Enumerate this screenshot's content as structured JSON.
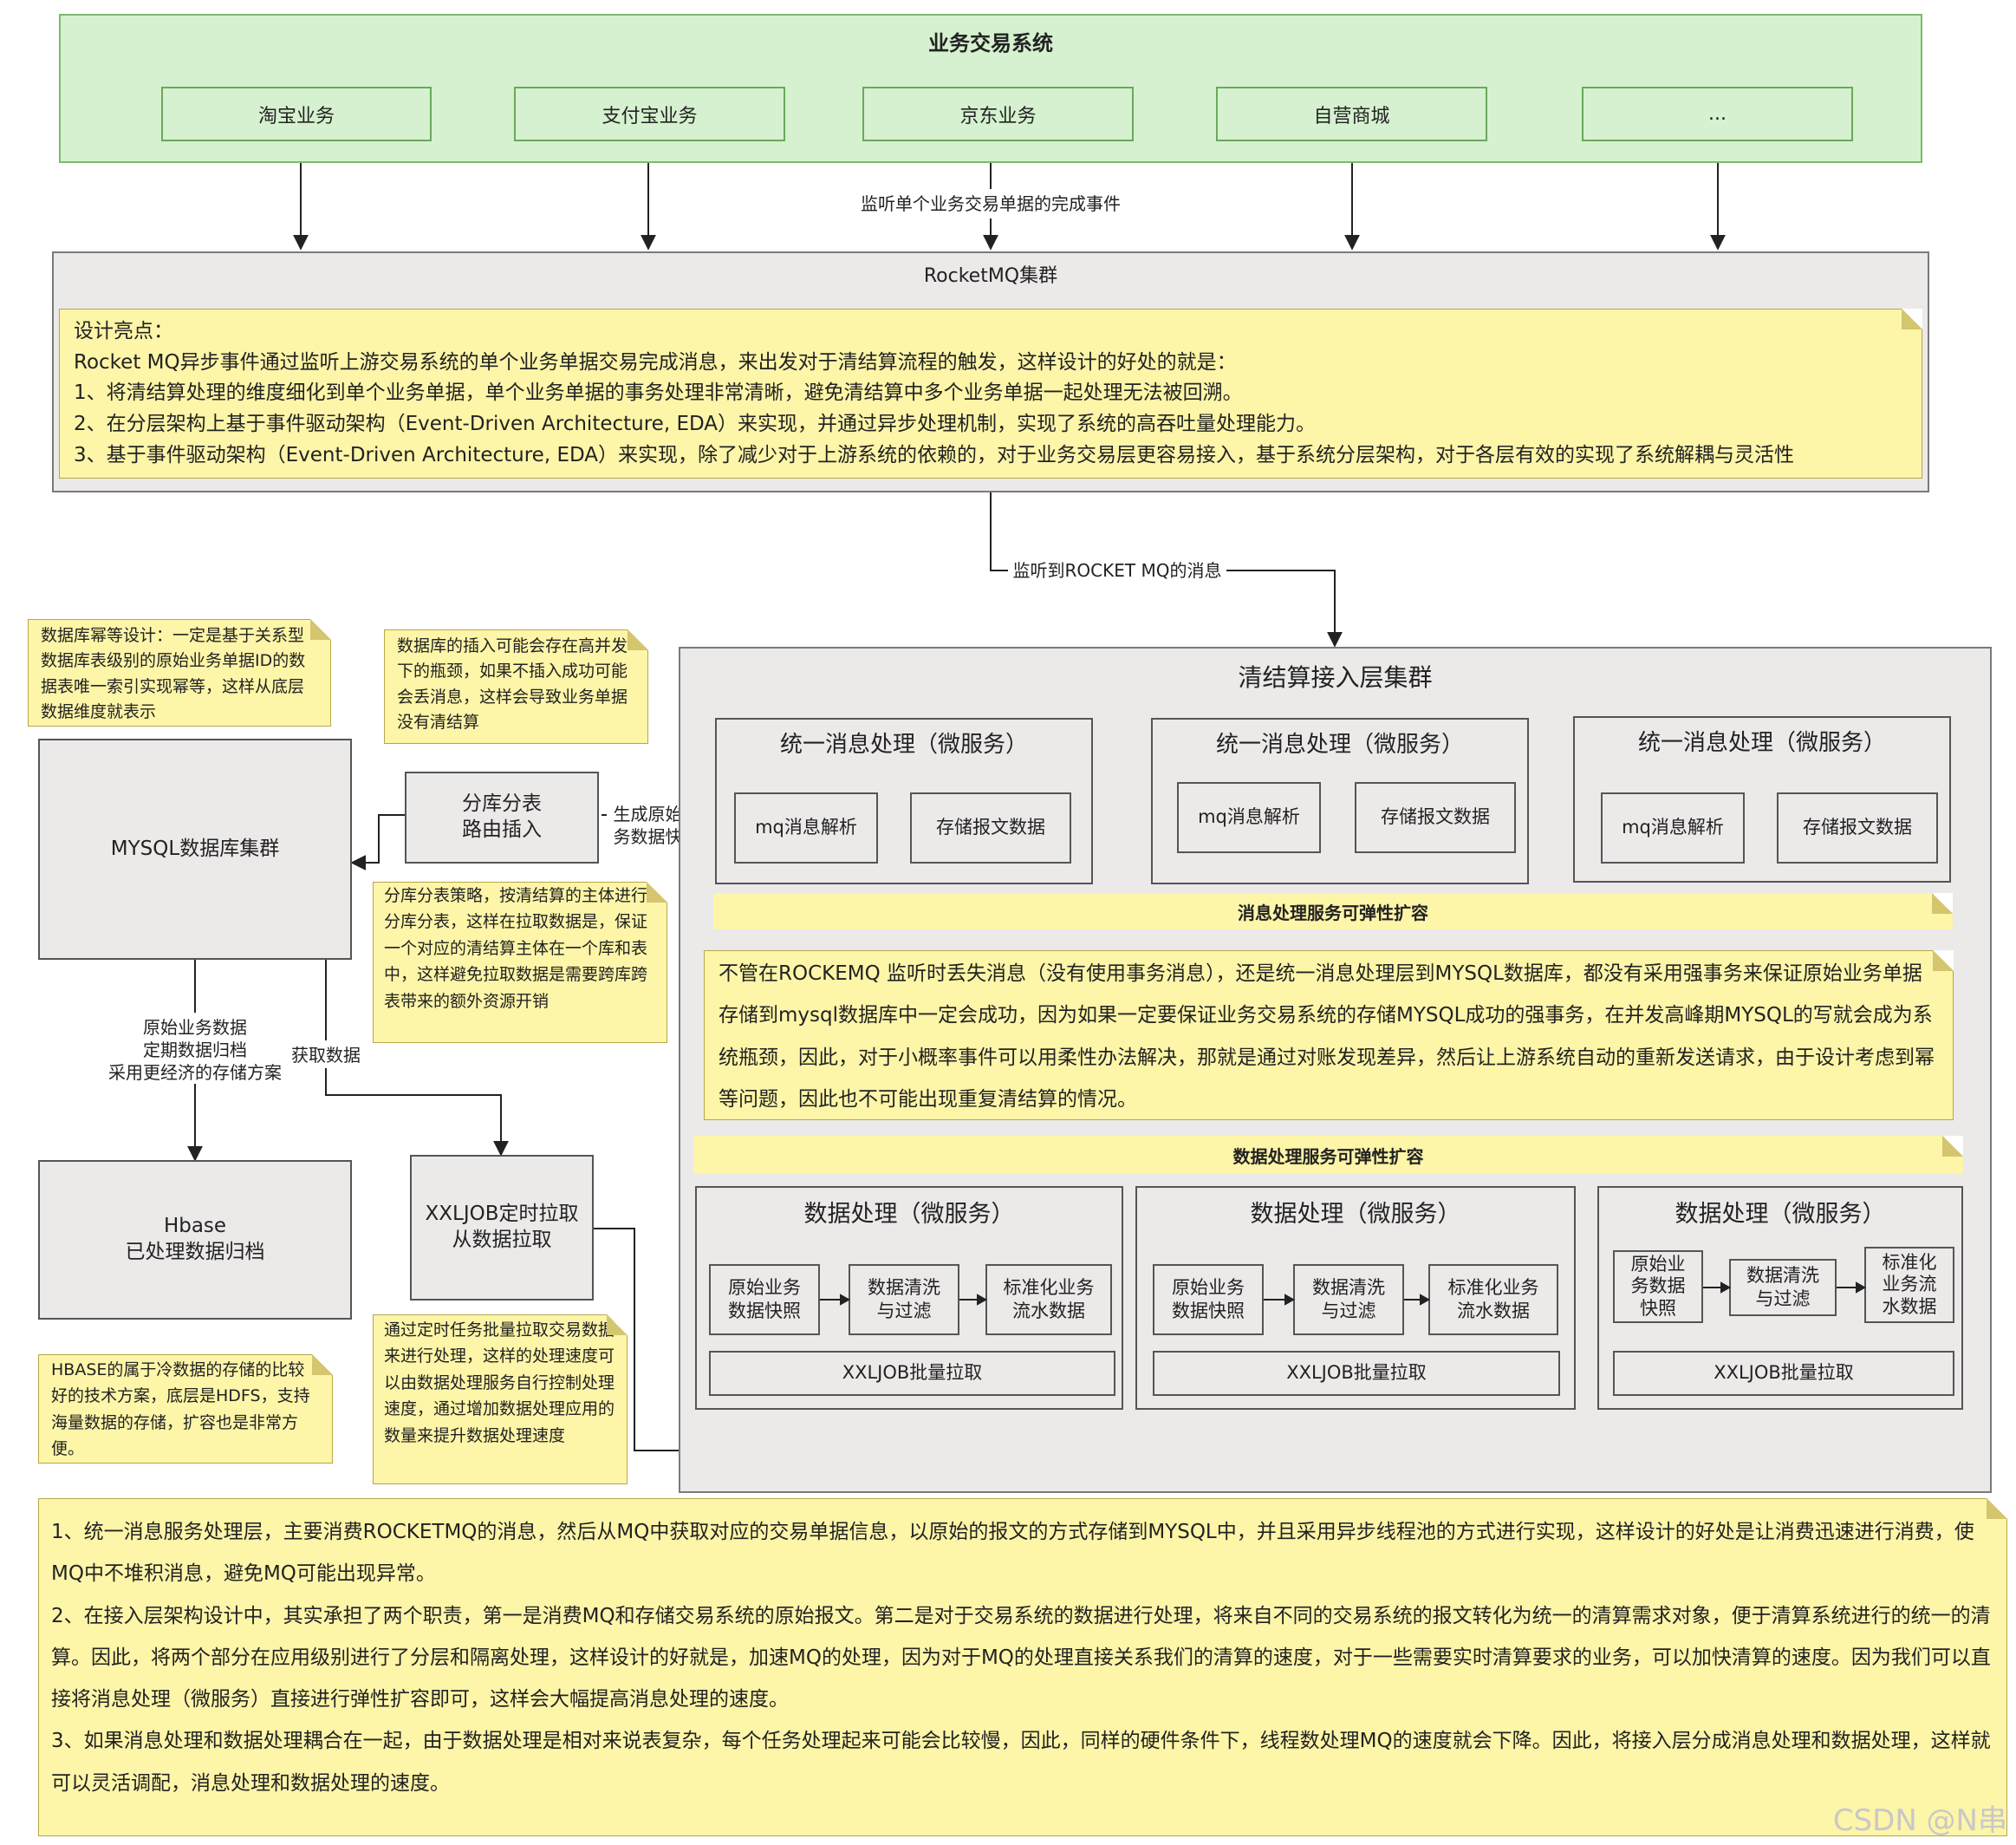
{
  "biz_system": {
    "title": "业务交易系统",
    "items": [
      "淘宝业务",
      "支付宝业务",
      "京东业务",
      "自营商城",
      "..."
    ]
  },
  "edge_labels": {
    "listen_single": "监听单个业务交易单据的完成事件",
    "listen_rocketmq": "监听到ROCKET MQ的消息",
    "gen_snapshot": "生成原始业\n务数据快照",
    "archive": "原始业务数据\n定期数据归档\n采用更经济的存储方案",
    "fetch_data": "获取数据"
  },
  "rocketmq": {
    "title": "RocketMQ集群",
    "note_lines": [
      "设计亮点：",
      "Rocket MQ异步事件通过监听上游交易系统的单个业务单据交易完成消息，来出发对于清结算流程的触发，这样设计的好处的就是：",
      "1、将清结算处理的维度细化到单个业务单据，单个业务单据的事务处理非常清晰，避免清结算中多个业务单据一起处理无法被回溯。",
      "2、在分层架构上基于事件驱动架构（Event-Driven Architecture, EDA）来实现，并通过异步处理机制，实现了系统的高吞吐量处理能力。",
      "3、基于事件驱动架构（Event-Driven Architecture, EDA）来实现，除了减少对于上游系统的依赖的，对于业务交易层更容易接入，基于系统分层架构，对于各层有效的实现了系统解耦与灵活性"
    ]
  },
  "left": {
    "note_idempotent": "数据库幂等设计：一定是基于关系型数据库表级别的原始业务单据ID的数据表唯一索引实现幂等，这样从底层数据维度就表示",
    "note_insert": "数据库的插入可能会存在高并发下的瓶颈，如果不插入成功可能会丢消息，这样会导致业务单据没有清结算",
    "mysql": "MYSQL数据库集群",
    "shard_route": "分库分表\n路由插入",
    "note_shard": "分库分表策略，按清结算的主体进行分库分表，这样在拉取数据是，保证一个对应的清结算主体在一个库和表中，这样避免拉取数据是需要跨库跨表带来的额外资源开销",
    "hbase": "Hbase\n已处理数据归档",
    "xxljob": "XXLJOB定时拉取\n从数据拉取",
    "note_hbase": "HBASE的属于冷数据的存储的比较好的技术方案，底层是HDFS，支持海量数据的存储，扩容也是非常方便。",
    "note_xxljob": "通过定时任务批量拉取交易数据来进行处理，这样的处理速度可以由数据处理服务自行控制处理速度，通过增加数据处理应用的数量来提升数据处理速度"
  },
  "clearing": {
    "title": "清结算接入层集群",
    "msg_services": [
      {
        "title": "统一消息处理（微服务）",
        "a": "mq消息解析",
        "b": "存储报文数据"
      },
      {
        "title": "统一消息处理（微服务）",
        "a": "mq消息解析",
        "b": "存储报文数据"
      },
      {
        "title": "统一消息处理（微服务）",
        "a": "mq消息解析",
        "b": "存储报文数据"
      }
    ],
    "msg_scale": "消息处理服务可弹性扩容",
    "note_middle": "不管在ROCKEMQ 监听时丢失消息（没有使用事务消息），还是统一消息处理层到MYSQL数据库，都没有采用强事务来保证原始业务单据存储到mysql数据库中一定会成功，因为如果一定要保证业务交易系统的存储MYSQL成功的强事务，在并发高峰期MYSQL的写就会成为系统瓶颈，因此，对于小概率事件可以用柔性办法解决，那就是通过对账发现差异，然后让上游系统自动的重新发送请求，由于设计考虑到幂等问题，因此也不可能出现重复清结算的情况。",
    "data_scale": "数据处理服务可弹性扩容",
    "data_services": [
      {
        "title": "数据处理（微服务）",
        "s1": "原始业务\n数据快照",
        "s2": "数据清洗\n与过滤",
        "s3": "标准化业务\n流水数据",
        "job": "XXLJOB批量拉取"
      },
      {
        "title": "数据处理（微服务）",
        "s1": "原始业务\n数据快照",
        "s2": "数据清洗\n与过滤",
        "s3": "标准化业务\n流水数据",
        "job": "XXLJOB批量拉取"
      },
      {
        "title": "数据处理（微服务）",
        "s1": "原始业\n务数据\n快照",
        "s2": "数据清洗\n与过滤",
        "s3": "标准化\n业务流\n水数据",
        "job": "XXLJOB批量拉取"
      }
    ]
  },
  "bottom_note": [
    "1、统一消息服务处理层，主要消费ROCKETMQ的消息，然后从MQ中获取对应的交易单据信息，以原始的报文的方式存储到MYSQL中，并且采用异步线程池的方式进行实现，这样设计的好处是让消费迅速进行消费，使MQ中不堆积消息，避免MQ可能出现异常。",
    "2、在接入层架构设计中，其实承担了两个职责，第一是消费MQ和存储交易系统的原始报文。第二是对于交易系统的数据进行处理，将来自不同的交易系统的报文转化为统一的清算需求对象，便于清算系统进行的统一的清算。因此，将两个部分在应用级别进行了分层和隔离处理，这样设计的好就是，加速MQ的处理，因为对于MQ的处理直接关系我们的清算的速度，对于一些需要实时清算要求的业务，可以加快清算的速度。因为我们可以直接将消息处理（微服务）直接进行弹性扩容即可，这样会大幅提高消息处理的速度。",
    "3、如果消息处理和数据处理耦合在一起，由于数据处理是相对来说表复杂，每个任务处理起来可能会比较慢，因此，同样的硬件条件下，线程数处理MQ的速度就会下降。因此，将接入层分成消息处理和数据处理，这样就可以灵活调配，消息处理和数据处理的速度。"
  ],
  "watermark": "CSDN @N串"
}
